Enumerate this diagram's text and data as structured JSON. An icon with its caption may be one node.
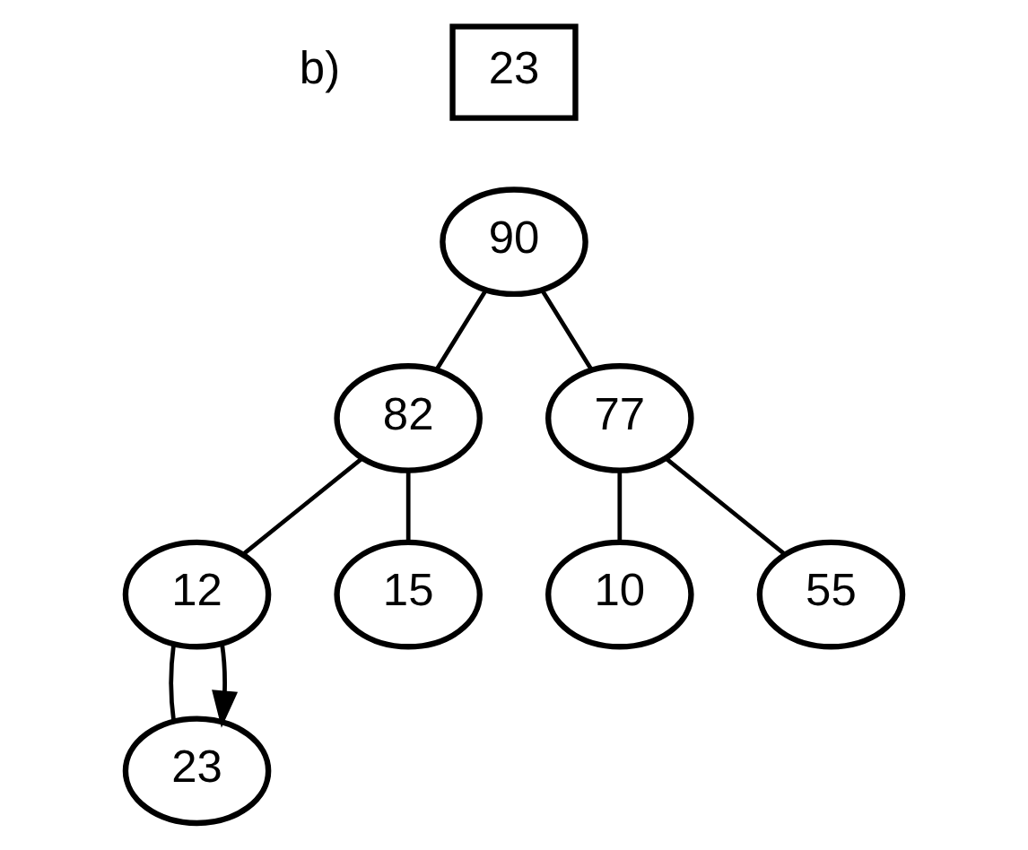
{
  "diagram": {
    "nodes": [
      {
        "text": [
          "23"
        ]
      },
      {
        "text": [
          "90"
        ]
      },
      {
        "text": [
          "82"
        ]
      },
      {
        "text": [
          "77"
        ]
      },
      {
        "text": [
          "12"
        ]
      },
      {
        "text": [
          "15"
        ]
      },
      {
        "text": [
          "10"
        ]
      },
      {
        "text": [
          "55"
        ]
      },
      {
        "text": [
          "23"
        ]
      }
    ],
    "edges": [
      {
        "from": 1,
        "to": 2,
        "arrow": "none"
      },
      {
        "from": 1,
        "to": 3,
        "arrow": "none"
      },
      {
        "from": 2,
        "to": 4,
        "arrow": "none"
      },
      {
        "from": 2,
        "to": 5,
        "arrow": "none"
      },
      {
        "from": 3,
        "to": 6,
        "arrow": "none"
      },
      {
        "from": 3,
        "to": 7,
        "arrow": "none"
      },
      {
        "from": 4,
        "to": 8,
        "arrow": "none"
      },
      {
        "from": 4,
        "to": 8,
        "arrow": "to"
      }
    ],
    "labels": [
      "b)"
    ]
  }
}
